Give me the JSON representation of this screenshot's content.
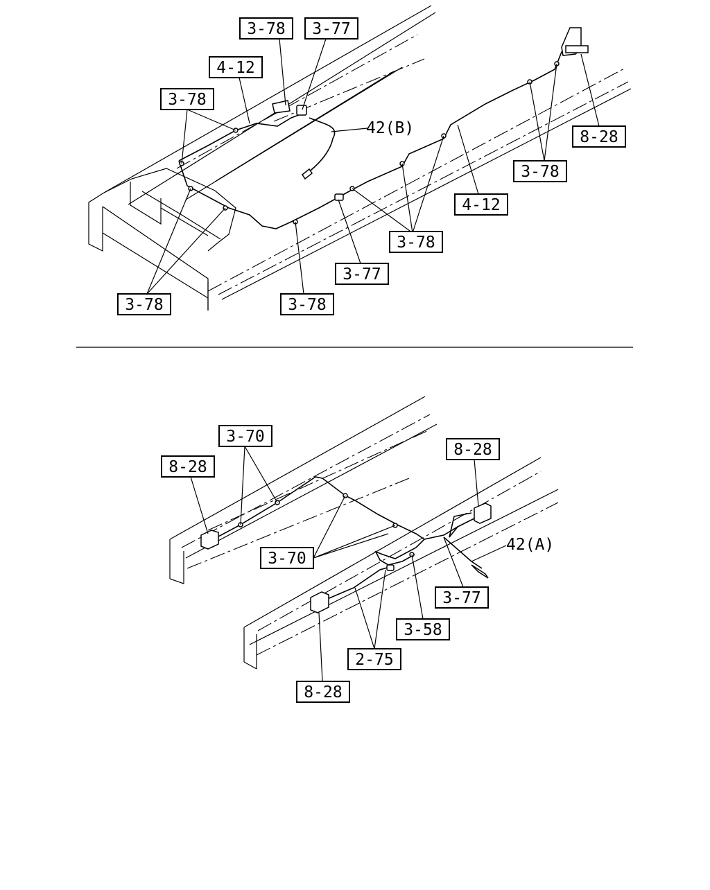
{
  "figure": {
    "callouts": {
      "top_3_78_a": "3-78",
      "top_3_77_a": "3-77",
      "top_4_12_a": "4-12",
      "top_3_78_b": "3-78",
      "top_42b": "42(B)",
      "top_8_28": "8-28",
      "top_3_78_c": "3-78",
      "top_4_12_b": "4-12",
      "top_3_78_d": "3-78",
      "top_3_77_b": "3-77",
      "top_3_78_e": "3-78",
      "top_3_78_f": "3-78",
      "bot_3_70_a": "3-70",
      "bot_8_28_a": "8-28",
      "bot_8_28_b": "8-28",
      "bot_42a": "42(A)",
      "bot_3_70_b": "3-70",
      "bot_3_77": "3-77",
      "bot_3_58": "3-58",
      "bot_2_75": "2-75",
      "bot_8_28_c": "8-28"
    }
  }
}
